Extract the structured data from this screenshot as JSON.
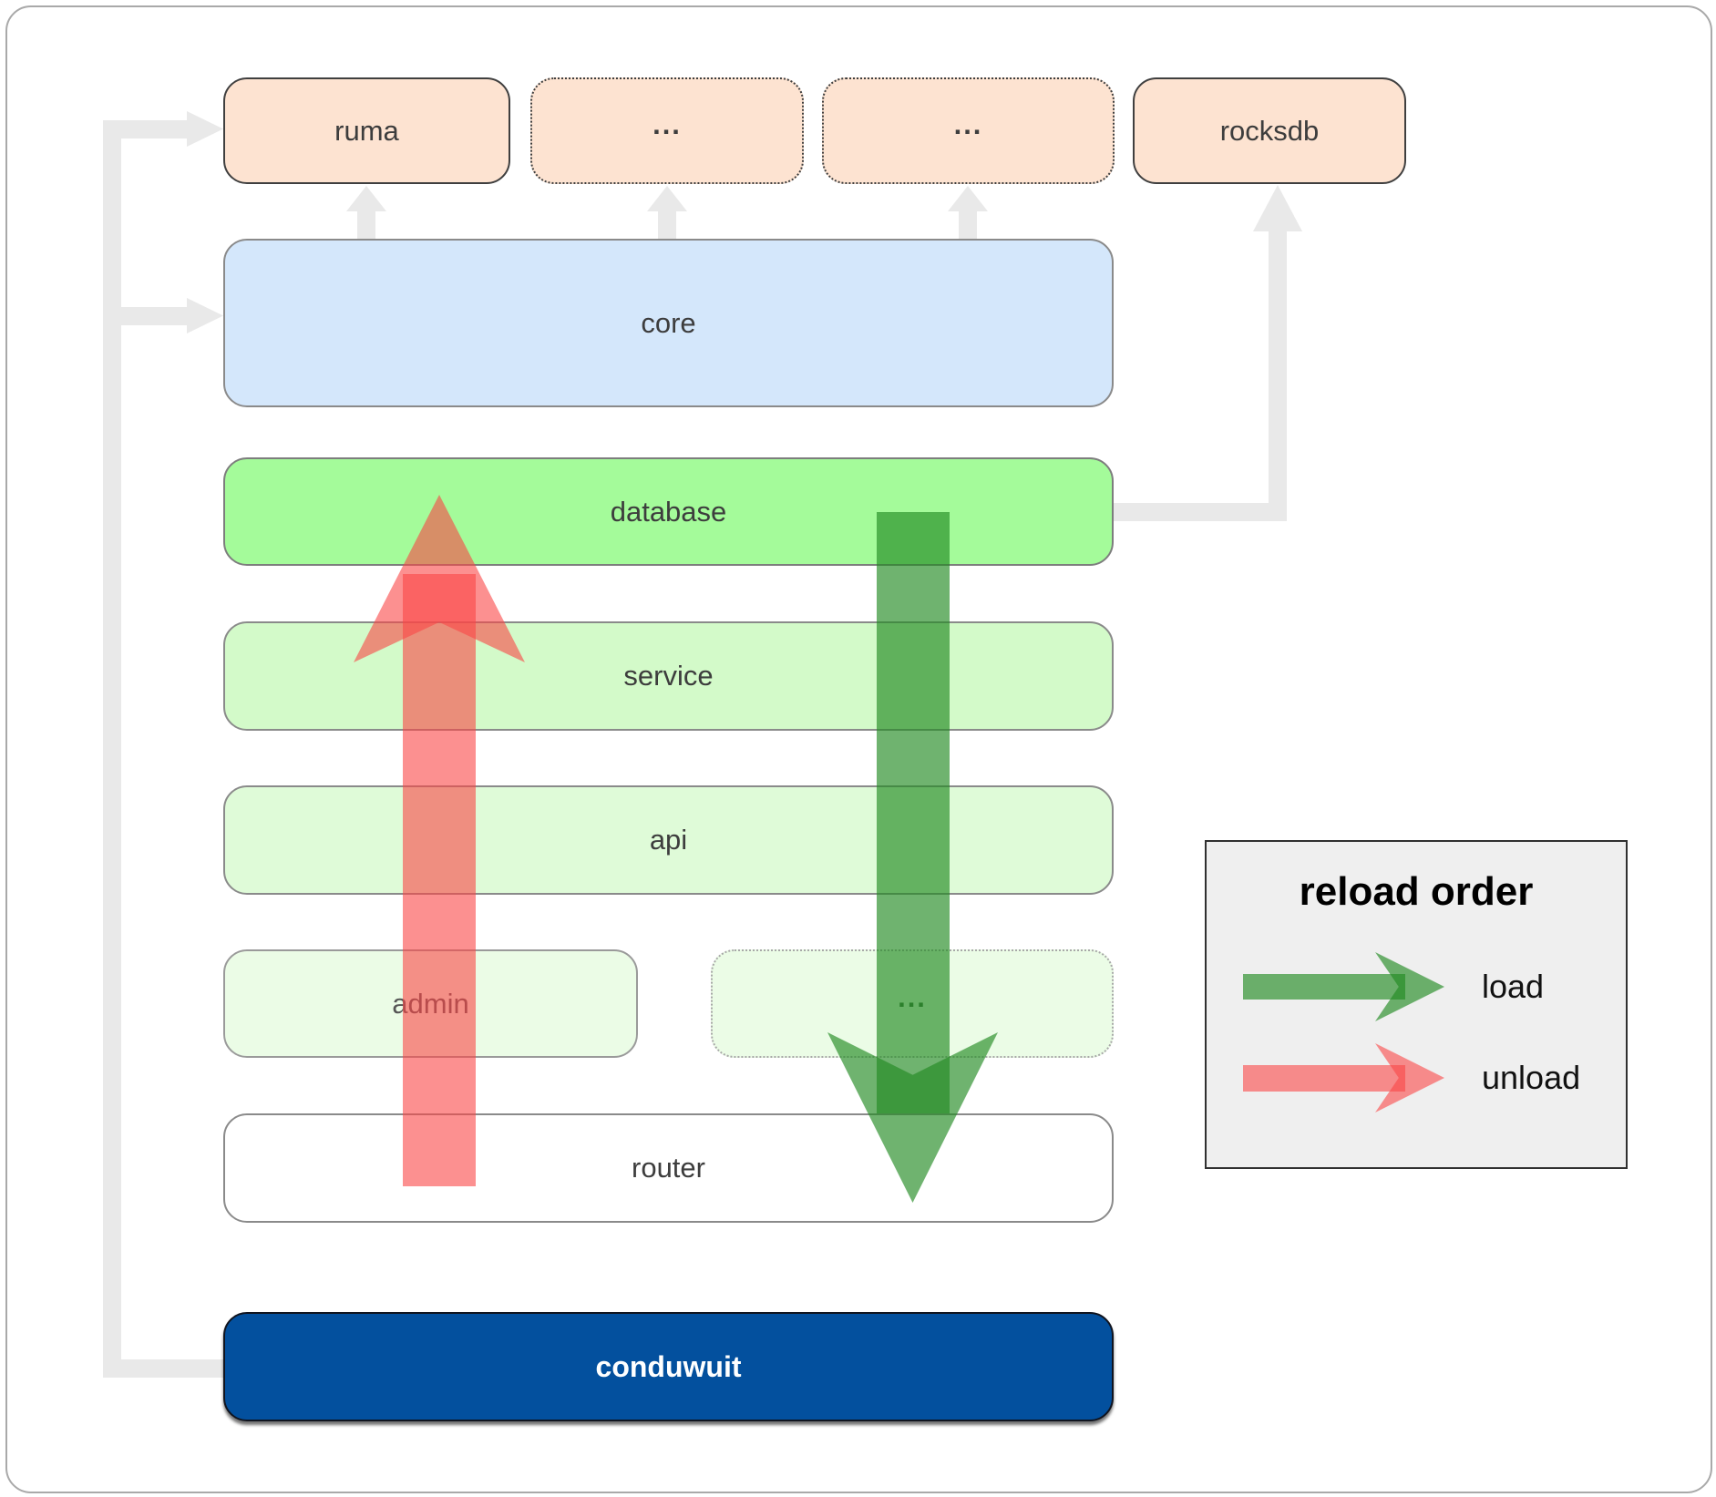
{
  "nodes": {
    "ruma": "ruma",
    "rocksdb": "rocksdb",
    "core": "core",
    "database": "database",
    "service": "service",
    "api": "api",
    "admin": "admin",
    "router": "router",
    "conduwuit": "conduwuit",
    "ellipsis": "..."
  },
  "legend": {
    "title": "reload order",
    "load_label": "load",
    "unload_label": "unload"
  },
  "colors": {
    "load_green": "#228b22",
    "unload_red": "#fa4646",
    "conduwuit_blue": "#03509e",
    "database_green": "#a4fb9a",
    "core_blue": "#d4e7fb",
    "crate_peach": "#fde3d1",
    "connector_gray": "#e9e9e9",
    "legend_bg": "#efefef"
  }
}
